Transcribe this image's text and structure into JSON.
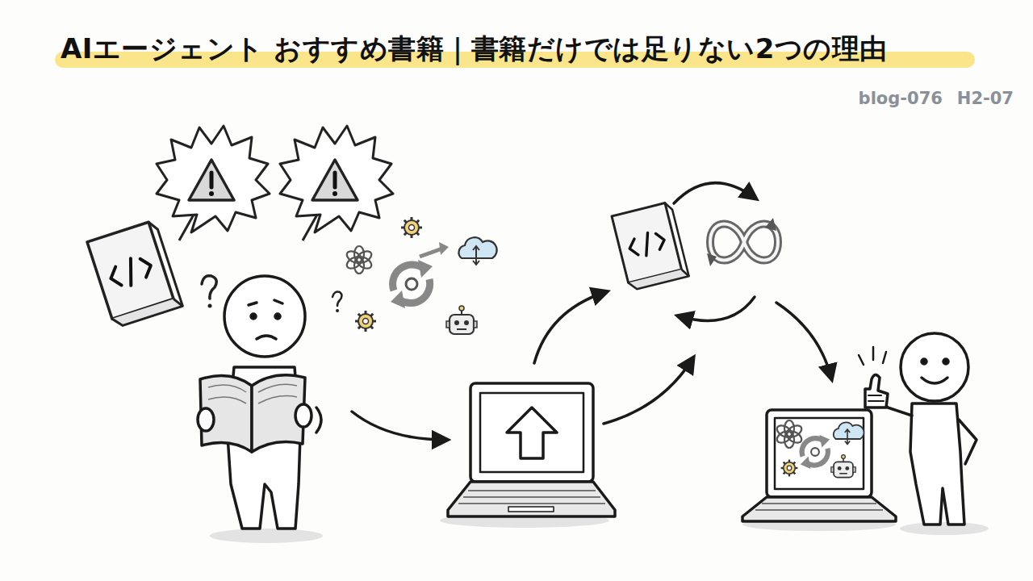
{
  "diagram": {
    "title": "AIエージェント おすすめ書籍｜書籍だけでは足りない2つの理由",
    "labels": [
      "blog-076",
      "H2-07"
    ]
  }
}
